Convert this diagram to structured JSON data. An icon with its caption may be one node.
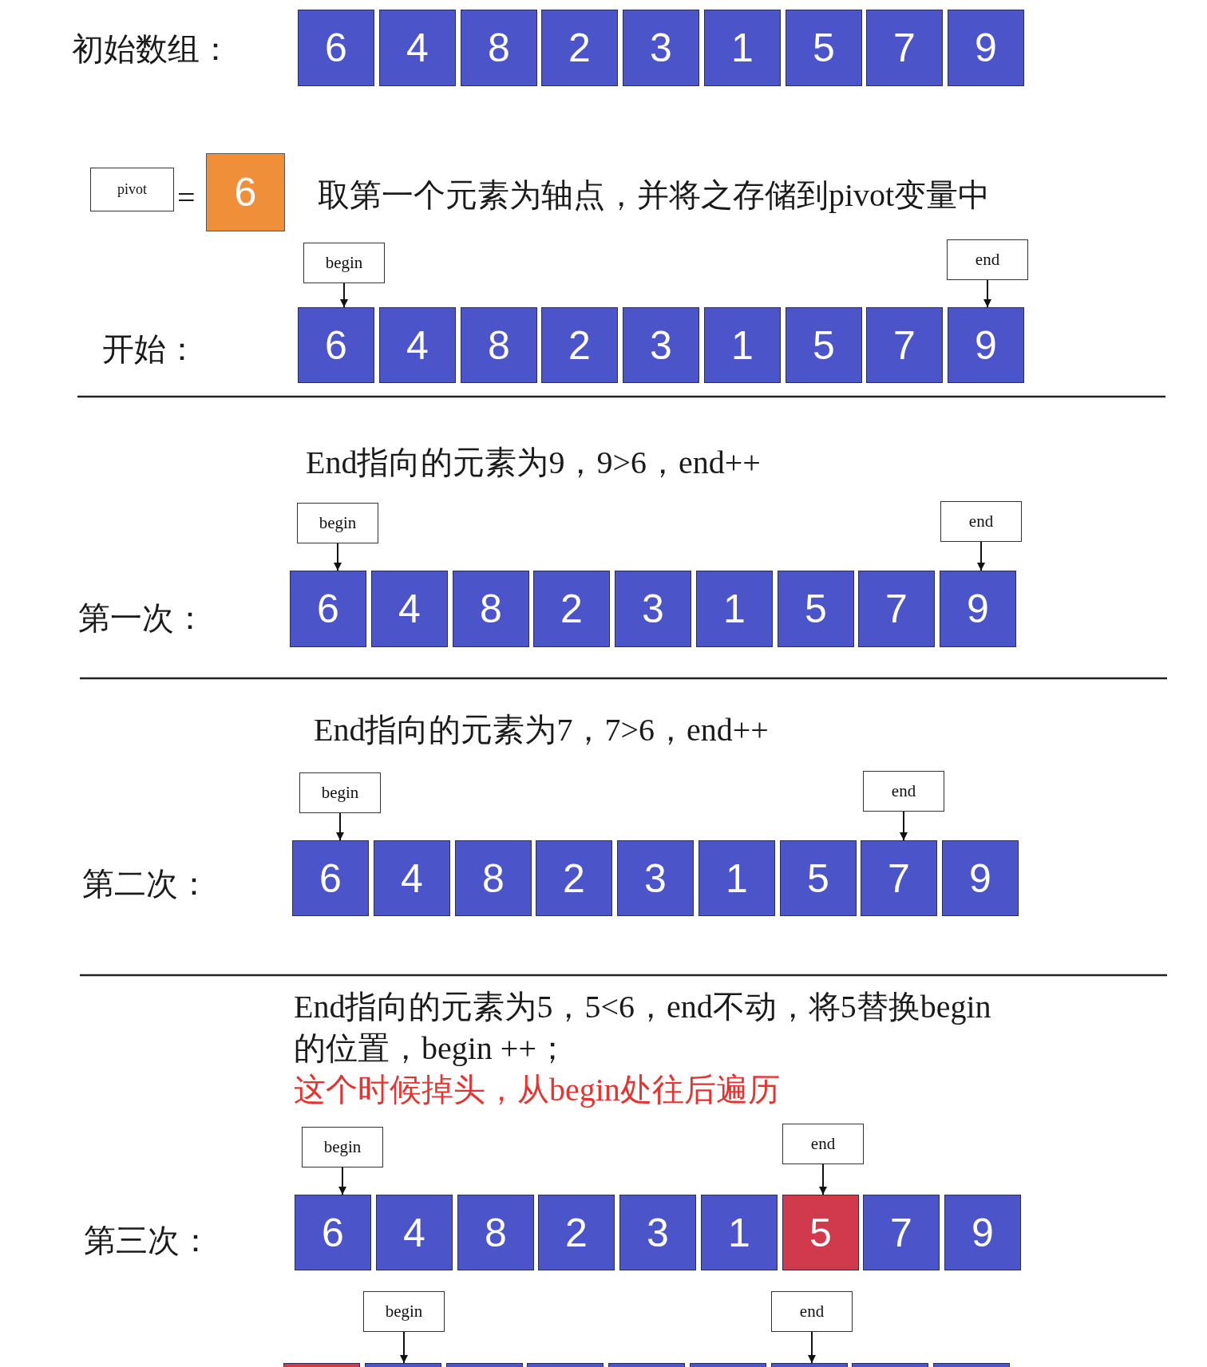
{
  "diagram": {
    "nodes": [
      {
        "text": [
          "6"
        ]
      },
      {
        "text": [
          "4"
        ]
      },
      {
        "text": [
          "8"
        ]
      },
      {
        "text": [
          "2"
        ]
      },
      {
        "text": [
          "3"
        ]
      },
      {
        "text": [
          "1"
        ]
      },
      {
        "text": [
          "5"
        ]
      },
      {
        "text": [
          "7"
        ]
      },
      {
        "text": [
          "9"
        ]
      },
      {
        "text": [
          "pivot"
        ]
      },
      {
        "text": [
          "6"
        ]
      },
      {
        "text": [
          "begin"
        ]
      },
      {
        "text": [
          "end"
        ]
      },
      {
        "text": [
          "6"
        ]
      },
      {
        "text": [
          "4"
        ]
      },
      {
        "text": [
          "8"
        ]
      },
      {
        "text": [
          "2"
        ]
      },
      {
        "text": [
          "3"
        ]
      },
      {
        "text": [
          "1"
        ]
      },
      {
        "text": [
          "5"
        ]
      },
      {
        "text": [
          "7"
        ]
      },
      {
        "text": [
          "9"
        ]
      },
      {
        "text": [
          "begin"
        ]
      },
      {
        "text": [
          "end"
        ]
      },
      {
        "text": [
          "6"
        ]
      },
      {
        "text": [
          "4"
        ]
      },
      {
        "text": [
          "8"
        ]
      },
      {
        "text": [
          "2"
        ]
      },
      {
        "text": [
          "3"
        ]
      },
      {
        "text": [
          "1"
        ]
      },
      {
        "text": [
          "5"
        ]
      },
      {
        "text": [
          "7"
        ]
      },
      {
        "text": [
          "9"
        ]
      },
      {
        "text": [
          "begin"
        ]
      },
      {
        "text": [
          "end"
        ]
      },
      {
        "text": [
          "6"
        ]
      },
      {
        "text": [
          "4"
        ]
      },
      {
        "text": [
          "8"
        ]
      },
      {
        "text": [
          "2"
        ]
      },
      {
        "text": [
          "3"
        ]
      },
      {
        "text": [
          "1"
        ]
      },
      {
        "text": [
          "5"
        ]
      },
      {
        "text": [
          "7"
        ]
      },
      {
        "text": [
          "9"
        ]
      },
      {
        "text": [
          "begin"
        ]
      },
      {
        "text": [
          "end"
        ]
      },
      {
        "text": [
          "6"
        ]
      },
      {
        "text": [
          "4"
        ]
      },
      {
        "text": [
          "8"
        ]
      },
      {
        "text": [
          "2"
        ]
      },
      {
        "text": [
          "3"
        ]
      },
      {
        "text": [
          "1"
        ]
      },
      {
        "text": [
          "5"
        ]
      },
      {
        "text": [
          "7"
        ]
      },
      {
        "text": [
          "9"
        ]
      },
      {
        "text": [
          "begin"
        ]
      },
      {
        "text": [
          "end"
        ]
      },
      {
        "text": [],
        "shape": "box"
      },
      {
        "text": [],
        "shape": "box"
      },
      {
        "text": [],
        "shape": "box"
      },
      {
        "text": [],
        "shape": "box"
      },
      {
        "text": [],
        "shape": "box"
      },
      {
        "text": [],
        "shape": "box"
      },
      {
        "text": [],
        "shape": "box"
      },
      {
        "text": [],
        "shape": "box"
      },
      {
        "text": [],
        "shape": "box"
      }
    ],
    "edges": [
      {
        "from": 11,
        "to": 13,
        "arrow": "to"
      },
      {
        "from": 12,
        "to": 21,
        "arrow": "to"
      },
      {
        "from": 22,
        "to": 24,
        "arrow": "to"
      },
      {
        "from": 23,
        "to": 32,
        "arrow": "to"
      },
      {
        "from": 33,
        "to": 35,
        "arrow": "to"
      },
      {
        "from": 34,
        "to": 42,
        "arrow": "to"
      },
      {
        "from": 44,
        "to": 46,
        "arrow": "to"
      },
      {
        "from": 45,
        "to": 52,
        "arrow": "to"
      },
      {
        "from": 55,
        "to": 58,
        "arrow": "to"
      },
      {
        "from": 56,
        "to": 63,
        "arrow": "to"
      }
    ],
    "labels": [
      "初始数组：",
      "=",
      "取第一个元素为轴点，并将之存储到pivot变量中",
      "开始：",
      "End指向的元素为9，9>6，end++",
      "第一次：",
      "End指向的元素为7，7>6，end++",
      "第二次：",
      "End指向的元素为5，5<6，end不动，将5替换begin的位置，begin ++；",
      "这个时候掉头，从begin处往后遍历",
      "第三次："
    ]
  }
}
